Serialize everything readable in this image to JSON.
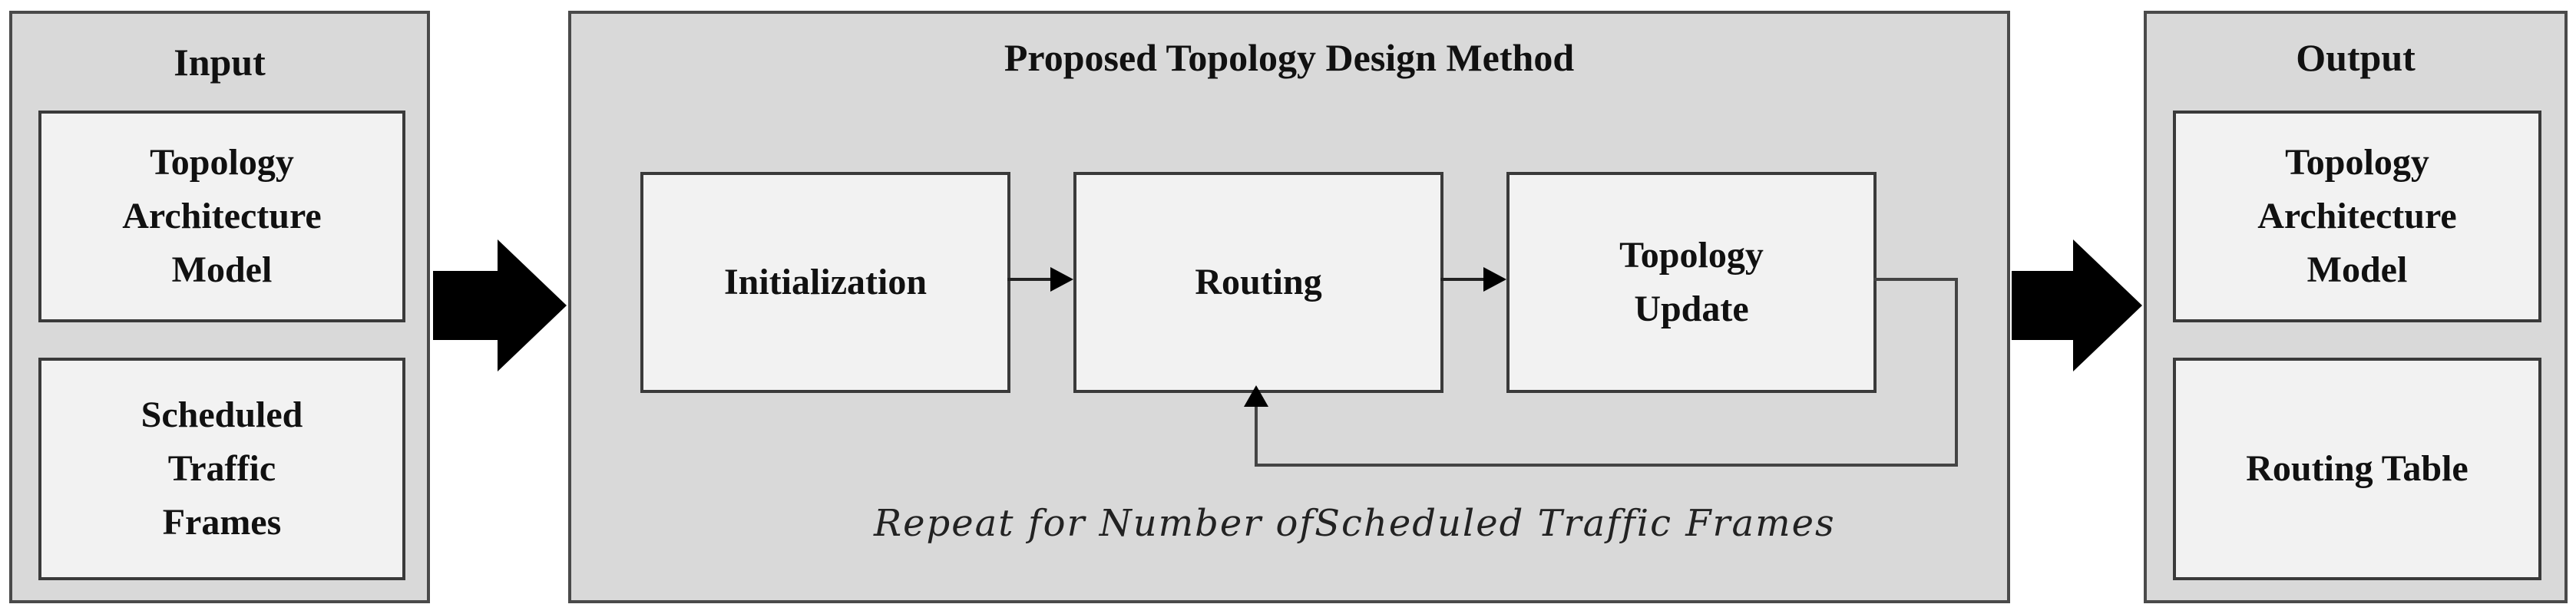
{
  "input": {
    "title": "Input",
    "items": [
      "Topology\nArchitecture\nModel",
      "Scheduled\nTraffic\nFrames"
    ]
  },
  "method": {
    "title": "Proposed Topology Design Method",
    "steps": [
      "Initialization",
      "Routing",
      "Topology\nUpdate"
    ],
    "loop_caption": "Repeat for Number ofScheduled Traffic Frames"
  },
  "output": {
    "title": "Output",
    "items": [
      "Topology\nArchitecture\nModel",
      "Routing Table"
    ]
  },
  "colors": {
    "panel_fill": "#d9d9d9",
    "box_fill": "#f2f2f2",
    "border": "#3a3a3a",
    "arrow": "#000000"
  }
}
